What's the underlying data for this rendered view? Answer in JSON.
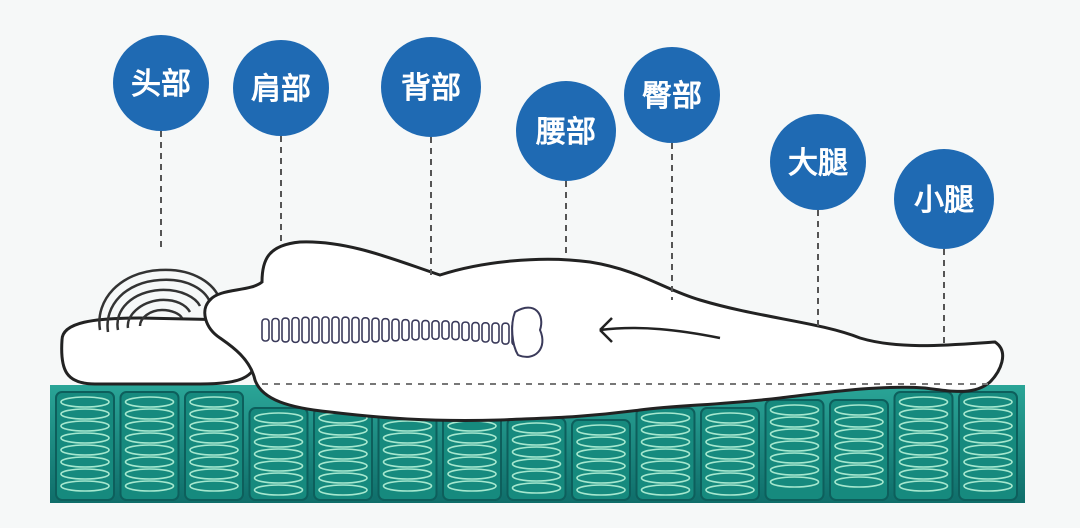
{
  "colors": {
    "label_blue": "#1f6ab3",
    "mattress_teal": "#1b8f82",
    "mattress_dark": "#0f5b5e",
    "spring_light": "#9fe4c8",
    "outline": "#222222"
  },
  "labels": [
    {
      "text": "头部"
    },
    {
      "text": "肩部"
    },
    {
      "text": "背部"
    },
    {
      "text": "腰部"
    },
    {
      "text": "臀部"
    },
    {
      "text": "大腿"
    },
    {
      "text": "小腿"
    }
  ]
}
